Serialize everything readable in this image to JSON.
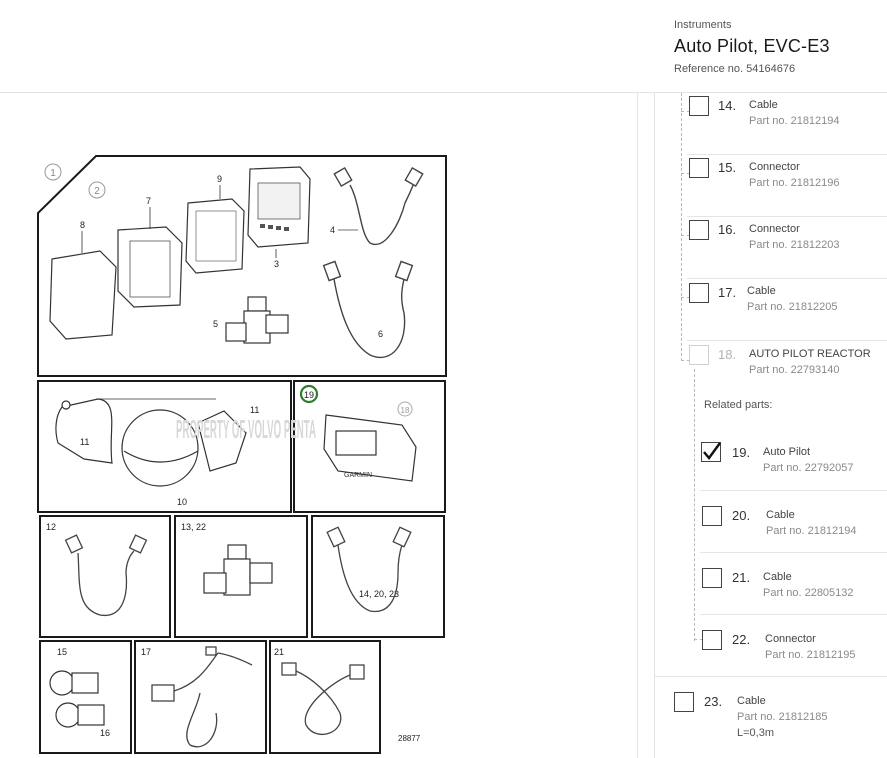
{
  "header": {
    "category": "Instruments",
    "title": "Auto Pilot, EVC-E3",
    "reference": "Reference no. 54164676"
  },
  "diagram": {
    "drawing_number": "28877",
    "watermark": "PROPERTY OF VOLVO PENTA",
    "unit_label": "GARMIN",
    "panel_labels": {
      "p12": "12",
      "p13": "13, 22",
      "p14": "14, 20, 23",
      "p15": "15",
      "p16": "16",
      "p17": "17",
      "p21": "21"
    },
    "callouts": [
      "1",
      "2",
      "3",
      "4",
      "5",
      "6",
      "7",
      "8",
      "9",
      "10",
      "11",
      "11",
      "18",
      "19"
    ]
  },
  "parts": [
    {
      "number": "14.",
      "name": "Cable",
      "part_no": "Part no. 21812194",
      "checked": false,
      "dim": false
    },
    {
      "number": "15.",
      "name": "Connector",
      "part_no": "Part no. 21812196",
      "checked": false,
      "dim": false
    },
    {
      "number": "16.",
      "name": "Connector",
      "part_no": "Part no. 21812203",
      "checked": false,
      "dim": false
    },
    {
      "number": "17.",
      "name": "Cable",
      "part_no": "Part no. 21812205",
      "checked": false,
      "dim": false
    },
    {
      "number": "18.",
      "name": "AUTO PILOT REACTOR",
      "part_no": "Part no. 22793140",
      "checked": false,
      "dim": true
    }
  ],
  "related_label": "Related parts:",
  "related_parts": [
    {
      "number": "19.",
      "name": "Auto Pilot",
      "part_no": "Part no. 22792057",
      "checked": true
    },
    {
      "number": "20.",
      "name": "Cable",
      "part_no": "Part no. 21812194",
      "checked": false
    },
    {
      "number": "21.",
      "name": "Cable",
      "part_no": "Part no. 22805132",
      "checked": false
    },
    {
      "number": "22.",
      "name": "Connector",
      "part_no": "Part no. 21812195",
      "checked": false
    }
  ],
  "last_part": {
    "number": "23.",
    "name": "Cable",
    "part_no": "Part no. 21812185",
    "extra": "L=0,3m",
    "checked": false
  },
  "colors": {
    "accent_green": "#2e7d32",
    "border": "#1a1a1a",
    "muted": "#8a8a8a"
  }
}
